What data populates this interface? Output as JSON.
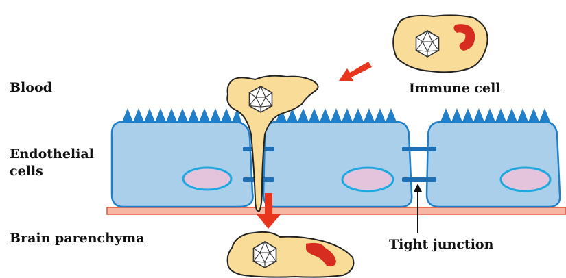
{
  "labels": {
    "blood": "Blood",
    "endothelial_line1": "Endothelial",
    "endothelial_line2": "cells",
    "brain": "Brain parenchyma",
    "immune": "Immune cell",
    "tight": "Tight junction"
  },
  "colors": {
    "cell_fill": "#a9cfea",
    "cell_stroke": "#1f7fc8",
    "nucleus_fill": "#e3c4dc",
    "nucleus_stroke": "#1ea8e0",
    "immune_fill": "#f9dc98",
    "immune_stroke": "#222222",
    "membrane_fill": "#f6b6a2",
    "membrane_stroke": "#e0553a",
    "arrow": "#e8361e",
    "inclusion": "#d62d20",
    "junction": "#1f6fb5",
    "virus_stroke": "#333333"
  },
  "icons": [
    "virus-icon",
    "arrow-icon",
    "inclusion-icon"
  ]
}
